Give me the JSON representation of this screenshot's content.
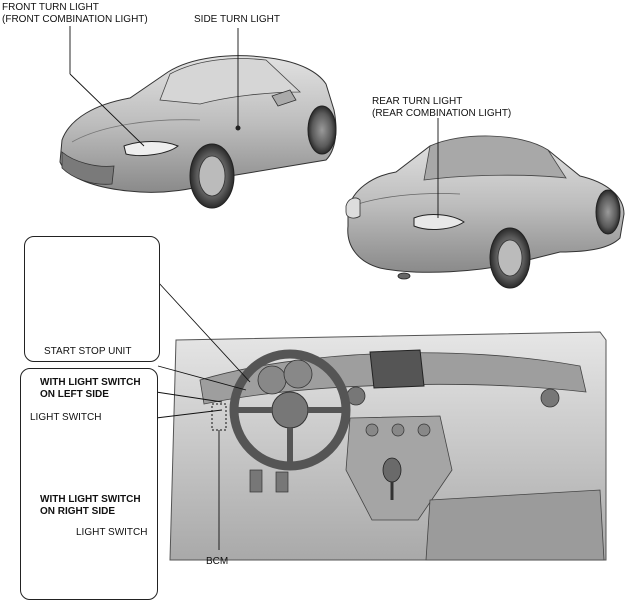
{
  "labels": {
    "front_turn_light": "FRONT TURN LIGHT",
    "front_combination_light": "(FRONT COMBINATION LIGHT)",
    "side_turn_light": "SIDE TURN LIGHT",
    "rear_turn_light": "REAR TURN LIGHT",
    "rear_combination_light": "(REAR COMBINATION LIGHT)",
    "start_stop_unit": "START STOP UNIT",
    "with_light_switch_left_1": "WITH LIGHT SWITCH",
    "with_light_switch_left_2": "ON LEFT SIDE",
    "light_switch_left": "LIGHT SWITCH",
    "with_light_switch_right_1": "WITH LIGHT SWITCH",
    "with_light_switch_right_2": "ON RIGHT SIDE",
    "light_switch_right": "LIGHT SWITCH",
    "bcm": "BCM"
  },
  "colors": {
    "line": "#111111",
    "car_body": "#c9c9c9",
    "car_shadow": "#8f8f8f",
    "interior": "#bdbdbd"
  }
}
